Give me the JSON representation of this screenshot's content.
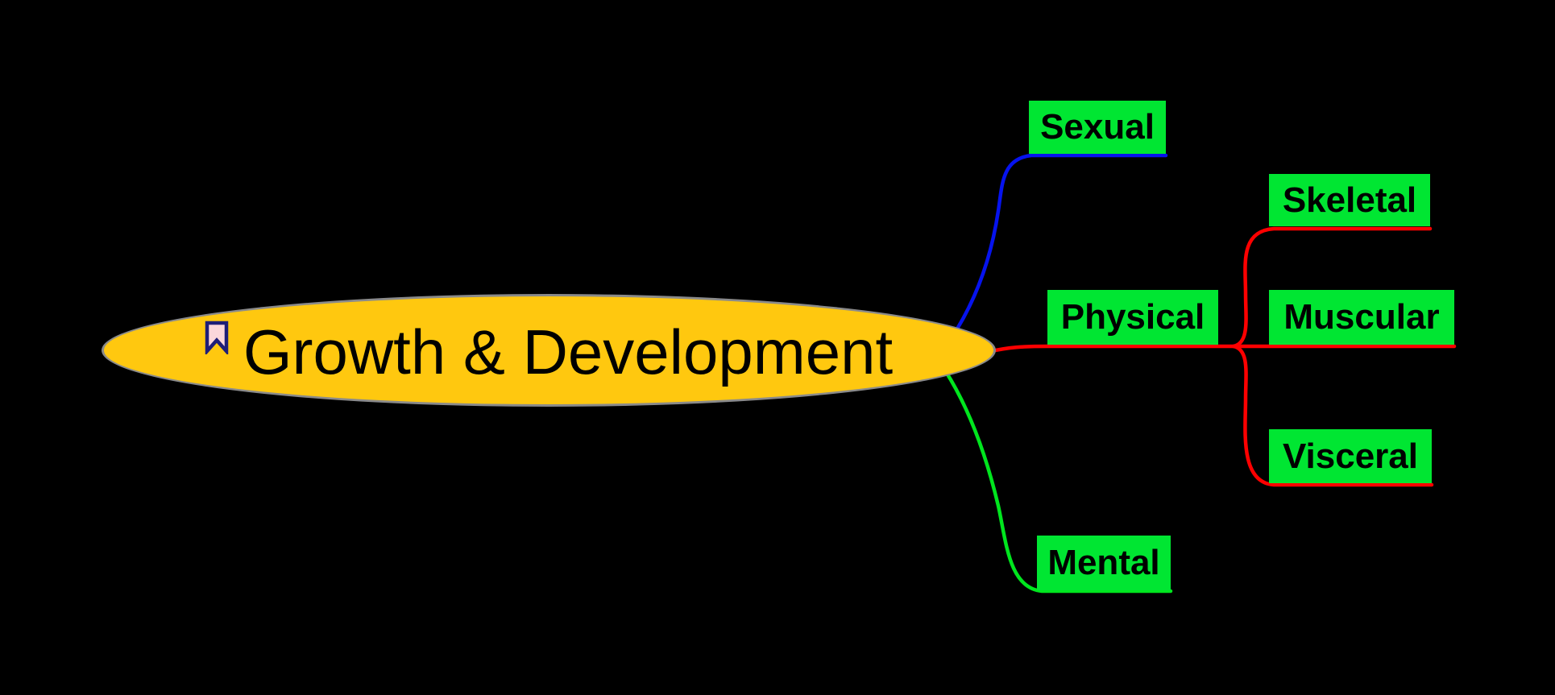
{
  "root": {
    "label": "Growth & Development",
    "icon": "bookmark-icon"
  },
  "nodes": {
    "sexual": {
      "label": "Sexual"
    },
    "physical": {
      "label": "Physical"
    },
    "mental": {
      "label": "Mental"
    },
    "skeletal": {
      "label": "Skeletal"
    },
    "muscular": {
      "label": "Muscular"
    },
    "visceral": {
      "label": "Visceral"
    }
  },
  "colors": {
    "background": "#000000",
    "root_fill": "#FFC80F",
    "root_border": "#8A8A8A",
    "node_fill": "#00E632",
    "node_text": "#000000",
    "edge_sexual": "#0613EE",
    "edge_physical": "#FE0000",
    "edge_mental": "#00E61E",
    "bookmark_fill": "#FBD7DB",
    "bookmark_stroke": "#1E1E78"
  }
}
